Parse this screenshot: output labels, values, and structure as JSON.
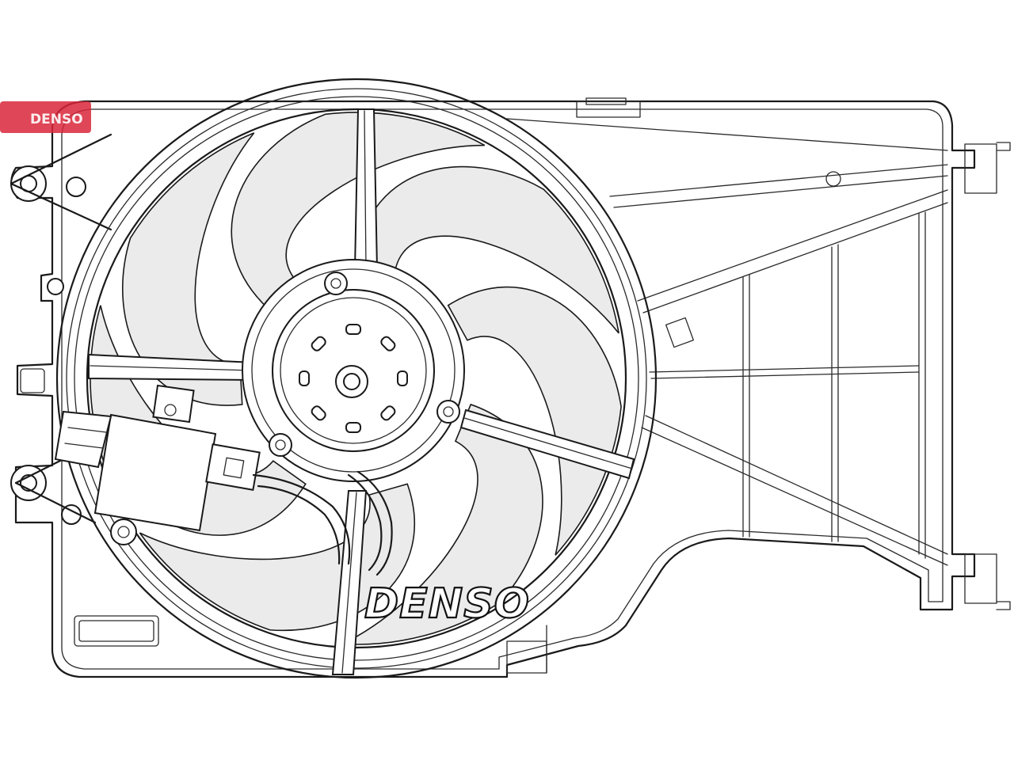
{
  "diagram": {
    "brand_label": "DENSO",
    "watermark": {
      "text": "DENSO",
      "color": "#d9263a"
    },
    "line_color": "#1a1a1a",
    "blade_fill": "#ebebeb",
    "fan": {
      "blade_count": 7,
      "spoke_count": 4
    }
  }
}
